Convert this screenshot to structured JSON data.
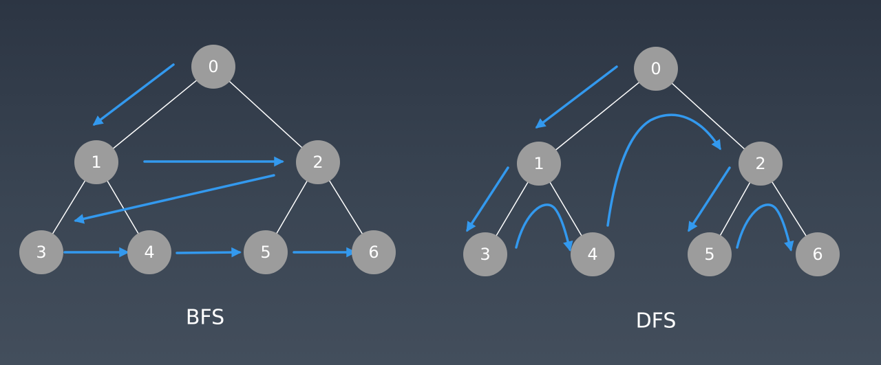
{
  "diagrams": [
    {
      "caption": "BFS",
      "nodes": [
        "0",
        "1",
        "2",
        "3",
        "4",
        "5",
        "6"
      ]
    },
    {
      "caption": "DFS",
      "nodes": [
        "0",
        "1",
        "2",
        "3",
        "4",
        "5",
        "6"
      ]
    }
  ],
  "colors": {
    "background_top": "#2c3543",
    "background_bottom": "#434e5c",
    "node_fill": "#9c9c9c",
    "edge": "#ffffff",
    "traversal_arrow": "#3399ee",
    "text": "#ffffff"
  }
}
